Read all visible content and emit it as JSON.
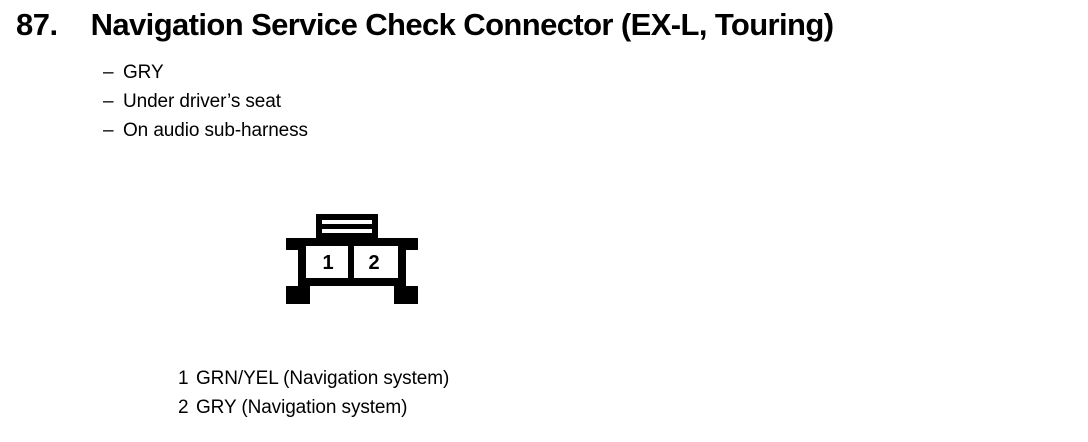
{
  "heading": {
    "number": "87.",
    "title": "Navigation Service Check Connector (EX-L, Touring)"
  },
  "specs": {
    "dash": "–",
    "items": [
      {
        "text": "GRY"
      },
      {
        "text": "Under driver’s seat"
      },
      {
        "text": "On audio sub-harness"
      }
    ]
  },
  "connector": {
    "cavities": [
      {
        "number": "1"
      },
      {
        "number": "2"
      }
    ],
    "outline_color": "#000000",
    "fill_color": "#ffffff"
  },
  "legend": {
    "rows": [
      {
        "num": "1",
        "desc": "GRN/YEL (Navigation system)"
      },
      {
        "num": "2",
        "desc": "GRY (Navigation system)"
      }
    ]
  }
}
